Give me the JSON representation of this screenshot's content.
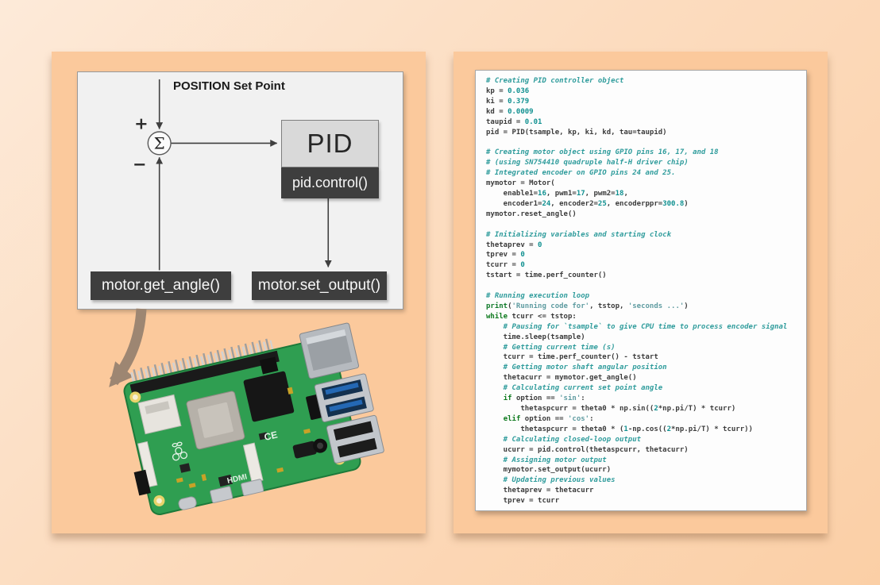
{
  "colors": {
    "background_top": "#fdead9",
    "background_bottom": "#fbcfa6",
    "panel": "#fbc99c",
    "diagram_box": "#f1f1f1",
    "dark_block": "#3e3e3e",
    "pid_block": "#d9d9d9",
    "arrow_tan": "#9d8672",
    "board_green": "#2f9e51",
    "comment": "#2f9c9c",
    "keyword": "#0e7a1e",
    "string": "#5f9ca1",
    "number": "#119191"
  },
  "left_panel": {
    "diagram": {
      "set_point_label": "POSITION Set Point",
      "plus_sign": "+",
      "minus_sign": "−",
      "sigma": "Σ",
      "pid_block_label": "PID",
      "pid_method_label": "pid.control()",
      "feedback_block_label": "motor.get_angle()",
      "output_block_label": "motor.set_output()"
    },
    "board": {
      "silkscreen_hdmi": "HDMI",
      "silkscreen_ce": "CE"
    }
  },
  "code_panel": {
    "lines": [
      [
        [
          "c",
          "# Creating PID controller object"
        ]
      ],
      [
        [
          "p",
          "kp = "
        ],
        [
          "n",
          "0.036"
        ]
      ],
      [
        [
          "p",
          "ki = "
        ],
        [
          "n",
          "0.379"
        ]
      ],
      [
        [
          "p",
          "kd = "
        ],
        [
          "n",
          "0.0009"
        ]
      ],
      [
        [
          "p",
          "taupid = "
        ],
        [
          "n",
          "0.01"
        ]
      ],
      [
        [
          "p",
          "pid = PID(tsample, kp, ki, kd, tau=taupid)"
        ]
      ],
      [],
      [
        [
          "c",
          "# Creating motor object using GPIO pins 16, 17, and 18"
        ]
      ],
      [
        [
          "c",
          "# (using SN754410 quadruple half-H driver chip)"
        ]
      ],
      [
        [
          "c",
          "# Integrated encoder on GPIO pins 24 and 25."
        ]
      ],
      [
        [
          "p",
          "mymotor = Motor("
        ]
      ],
      [
        [
          "p",
          "    enable1="
        ],
        [
          "n",
          "16"
        ],
        [
          "p",
          ", pwm1="
        ],
        [
          "n",
          "17"
        ],
        [
          "p",
          ", pwm2="
        ],
        [
          "n",
          "18"
        ],
        [
          "p",
          ","
        ]
      ],
      [
        [
          "p",
          "    encoder1="
        ],
        [
          "n",
          "24"
        ],
        [
          "p",
          ", encoder2="
        ],
        [
          "n",
          "25"
        ],
        [
          "p",
          ", encoderppr="
        ],
        [
          "n",
          "300.8"
        ],
        [
          "p",
          ")"
        ]
      ],
      [
        [
          "p",
          "mymotor.reset_angle()"
        ]
      ],
      [],
      [
        [
          "c",
          "# Initializing variables and starting clock"
        ]
      ],
      [
        [
          "p",
          "thetaprev = "
        ],
        [
          "n",
          "0"
        ]
      ],
      [
        [
          "p",
          "tprev = "
        ],
        [
          "n",
          "0"
        ]
      ],
      [
        [
          "p",
          "tcurr = "
        ],
        [
          "n",
          "0"
        ]
      ],
      [
        [
          "p",
          "tstart = time.perf_counter()"
        ]
      ],
      [],
      [
        [
          "c",
          "# Running execution loop"
        ]
      ],
      [
        [
          "b",
          "print"
        ],
        [
          "p",
          "("
        ],
        [
          "s",
          "'Running code for'"
        ],
        [
          "p",
          ", tstop, "
        ],
        [
          "s",
          "'seconds ...'"
        ],
        [
          "p",
          ")"
        ]
      ],
      [
        [
          "k",
          "while"
        ],
        [
          "p",
          " tcurr <= tstop:"
        ]
      ],
      [
        [
          "c",
          "    # Pausing for `tsample` to give CPU time to process encoder signal"
        ]
      ],
      [
        [
          "p",
          "    time.sleep(tsample)"
        ]
      ],
      [
        [
          "c",
          "    # Getting current time (s)"
        ]
      ],
      [
        [
          "p",
          "    tcurr = time.perf_counter() - tstart"
        ]
      ],
      [
        [
          "c",
          "    # Getting motor shaft angular position"
        ]
      ],
      [
        [
          "p",
          "    thetacurr = mymotor.get_angle()"
        ]
      ],
      [
        [
          "c",
          "    # Calculating current set point angle"
        ]
      ],
      [
        [
          "p",
          "    "
        ],
        [
          "k",
          "if"
        ],
        [
          "p",
          " option == "
        ],
        [
          "s",
          "'sin'"
        ],
        [
          "p",
          ":"
        ]
      ],
      [
        [
          "p",
          "        thetaspcurr = theta0 * np.sin(("
        ],
        [
          "n",
          "2"
        ],
        [
          "p",
          "*np.pi/T) * tcurr)"
        ]
      ],
      [
        [
          "p",
          "    "
        ],
        [
          "k",
          "elif"
        ],
        [
          "p",
          " option == "
        ],
        [
          "s",
          "'cos'"
        ],
        [
          "p",
          ":"
        ]
      ],
      [
        [
          "p",
          "        thetaspcurr = theta0 * ("
        ],
        [
          "n",
          "1"
        ],
        [
          "p",
          "-np.cos(("
        ],
        [
          "n",
          "2"
        ],
        [
          "p",
          "*np.pi/T) * tcurr))"
        ]
      ],
      [
        [
          "c",
          "    # Calculating closed-loop output"
        ]
      ],
      [
        [
          "p",
          "    ucurr = pid.control(thetaspcurr, thetacurr)"
        ]
      ],
      [
        [
          "c",
          "    # Assigning motor output"
        ]
      ],
      [
        [
          "p",
          "    mymotor.set_output(ucurr)"
        ]
      ],
      [
        [
          "c",
          "    # Updating previous values"
        ]
      ],
      [
        [
          "p",
          "    thetaprev = thetacurr"
        ]
      ],
      [
        [
          "p",
          "    tprev = tcurr"
        ]
      ]
    ]
  }
}
